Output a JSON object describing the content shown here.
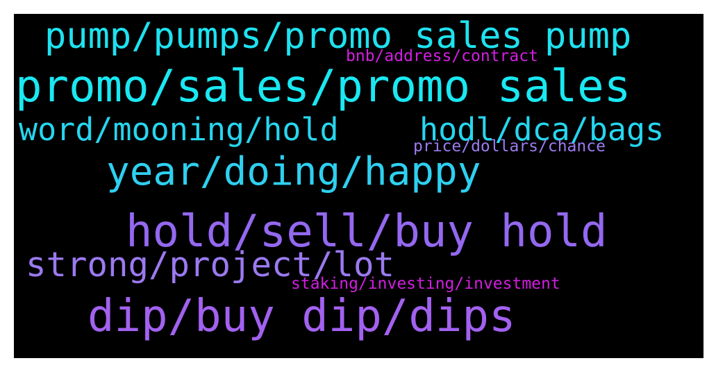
{
  "background_color": "#000000",
  "words": [
    {
      "text": "pump/pumps/promo sales pump",
      "color": "#1ee2f0"
    },
    {
      "text": "bnb/address/contract",
      "color": "#d21fe0"
    },
    {
      "text": "promo/sales/promo sales",
      "color": "#1ae8f2"
    },
    {
      "text": "word/mooning/hold",
      "color": "#26d6ef"
    },
    {
      "text": "hodl/dca/bags",
      "color": "#26d6ef"
    },
    {
      "text": "price/dollars/chance",
      "color": "#9d7bf0"
    },
    {
      "text": "year/doing/happy",
      "color": "#2ed0f0"
    },
    {
      "text": "hold/sell/buy hold",
      "color": "#9468f0"
    },
    {
      "text": "strong/project/lot",
      "color": "#9b7af0"
    },
    {
      "text": "staking/investing/investment",
      "color": "#d21fe0"
    },
    {
      "text": "dip/buy dip/dips",
      "color": "#a361f0"
    }
  ]
}
